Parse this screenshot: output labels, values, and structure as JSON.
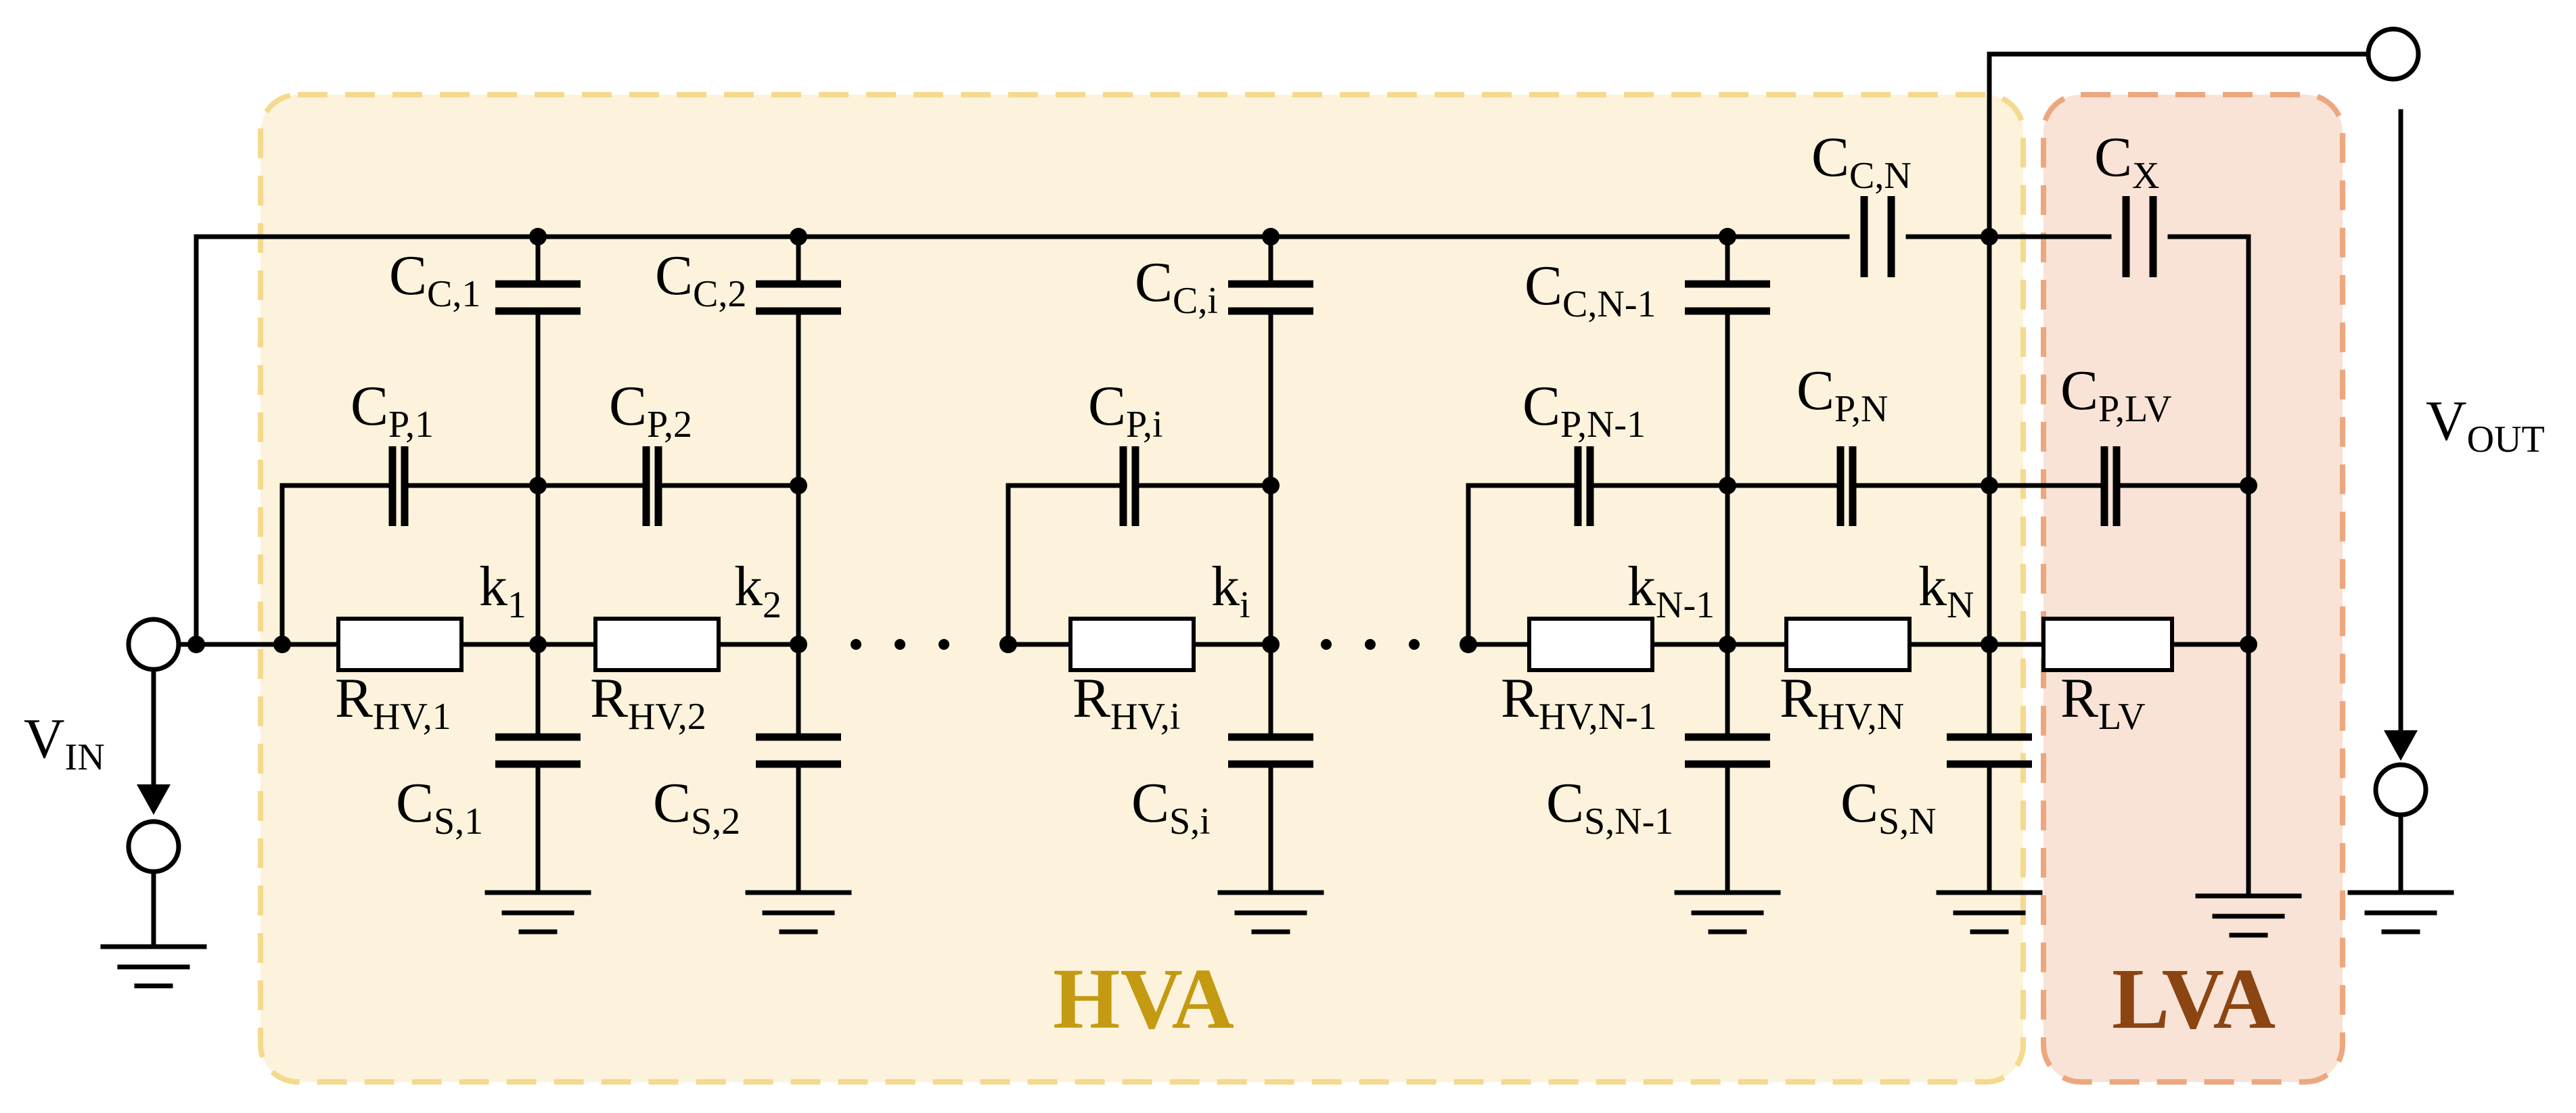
{
  "regions": {
    "hva": {
      "title": "HVA",
      "fill": "#fdf3dc",
      "border": "#f5d98e",
      "text": "#c49a13"
    },
    "lva": {
      "title": "LVA",
      "fill": "#f9e3d6",
      "border": "#eca77f",
      "text": "#8b4513"
    }
  },
  "terminals": {
    "input": {
      "main": "V",
      "sub": "IN"
    },
    "output": {
      "main": "V",
      "sub": "OUT"
    }
  },
  "labels": {
    "cc1": {
      "main": "C",
      "sub": "C,1"
    },
    "cc2": {
      "main": "C",
      "sub": "C,2"
    },
    "cci": {
      "main": "C",
      "sub": "C,i"
    },
    "ccn1": {
      "main": "C",
      "sub": "C,N-1"
    },
    "ccn": {
      "main": "C",
      "sub": "C,N"
    },
    "cx": {
      "main": "C",
      "sub": "X"
    },
    "cp1": {
      "main": "C",
      "sub": "P,1"
    },
    "cp2": {
      "main": "C",
      "sub": "P,2"
    },
    "cpi": {
      "main": "C",
      "sub": "P,i"
    },
    "cpn1": {
      "main": "C",
      "sub": "P,N-1"
    },
    "cpn": {
      "main": "C",
      "sub": "P,N"
    },
    "cplv": {
      "main": "C",
      "sub": "P,LV"
    },
    "k1": {
      "main": "k",
      "sub": "1"
    },
    "k2": {
      "main": "k",
      "sub": "2"
    },
    "ki": {
      "main": "k",
      "sub": "i"
    },
    "kn1": {
      "main": "k",
      "sub": "N-1"
    },
    "kn": {
      "main": "k",
      "sub": "N"
    },
    "rhv1": {
      "main": "R",
      "sub": "HV,1"
    },
    "rhv2": {
      "main": "R",
      "sub": "HV,2"
    },
    "rhvi": {
      "main": "R",
      "sub": "HV,i"
    },
    "rhvn1": {
      "main": "R",
      "sub": "HV,N-1"
    },
    "rhvn": {
      "main": "R",
      "sub": "HV,N"
    },
    "rlv": {
      "main": "R",
      "sub": "LV"
    },
    "cs1": {
      "main": "C",
      "sub": "S,1"
    },
    "cs2": {
      "main": "C",
      "sub": "S,2"
    },
    "csi": {
      "main": "C",
      "sub": "S,i"
    },
    "csn1": {
      "main": "C",
      "sub": "S,N-1"
    },
    "csn": {
      "main": "C",
      "sub": "S,N"
    }
  }
}
